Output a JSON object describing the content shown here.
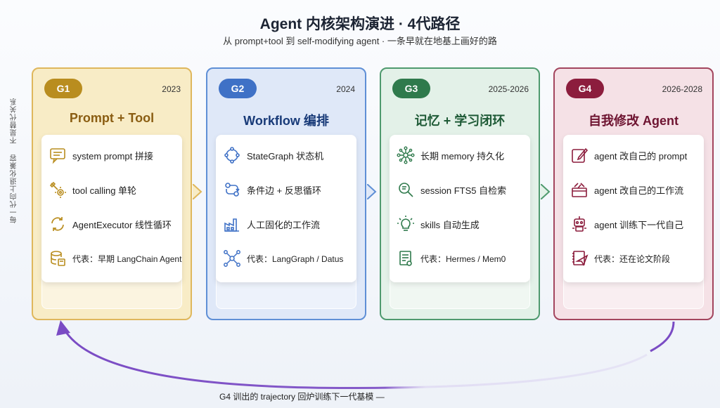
{
  "header": {
    "title": "Agent 内核架构演进 · 4代路径",
    "subtitle": "从 prompt+tool 到 self-modifying agent · 一条早就在地基上画好的路"
  },
  "side_note": [
    "每一代向上退化兼容",
    "不是替代关系"
  ],
  "generations": [
    {
      "badge": "G1",
      "year": "2023",
      "heading": "Prompt + Tool",
      "items": [
        {
          "icon": "chat-bubble-icon",
          "label": "system prompt 拼接"
        },
        {
          "icon": "wrench-gear-icon",
          "label": "tool calling 单轮"
        },
        {
          "icon": "refresh-loop-icon",
          "label": "AgentExecutor 线性循环"
        },
        {
          "icon": "database-book-icon",
          "label": "代表：早期 LangChain Agent"
        }
      ]
    },
    {
      "badge": "G2",
      "year": "2024",
      "heading": "Workflow 编排",
      "items": [
        {
          "icon": "state-graph-icon",
          "label": "StateGraph 状态机"
        },
        {
          "icon": "conditional-cycle-icon",
          "label": "条件边 + 反思循环"
        },
        {
          "icon": "factory-icon",
          "label": "人工固化的工作流"
        },
        {
          "icon": "network-nodes-icon",
          "label": "代表：LangGraph / Datus"
        }
      ]
    },
    {
      "badge": "G3",
      "year": "2025-2026",
      "heading": "记忆 + 学习闭环",
      "items": [
        {
          "icon": "neural-network-icon",
          "label": "长期 memory 持久化"
        },
        {
          "icon": "search-files-icon",
          "label": "session FTS5 自检索"
        },
        {
          "icon": "lightbulb-icon",
          "label": "skills 自动生成"
        },
        {
          "icon": "scroll-icon",
          "label": "代表：Hermes / Mem0"
        }
      ]
    },
    {
      "badge": "G4",
      "year": "2026-2028",
      "heading": "自我修改 Agent",
      "items": [
        {
          "icon": "edit-icon",
          "label": "agent 改自己的 prompt"
        },
        {
          "icon": "toolbox-icon",
          "label": "agent 改自己的工作流"
        },
        {
          "icon": "robot-icon",
          "label": "agent 训练下一代自己"
        },
        {
          "icon": "paper-plane-notebook-icon",
          "label": "代表：还在论文阶段"
        }
      ]
    }
  ],
  "loop_label": "G4 训出的 trajectory 回炉训练下一代基模 —",
  "colors": {
    "g1": "#b98d1f",
    "g2": "#3f71c6",
    "g3": "#2f7a4c",
    "g4": "#8c1d3d",
    "loop_arrow": "#7a4bc4"
  }
}
